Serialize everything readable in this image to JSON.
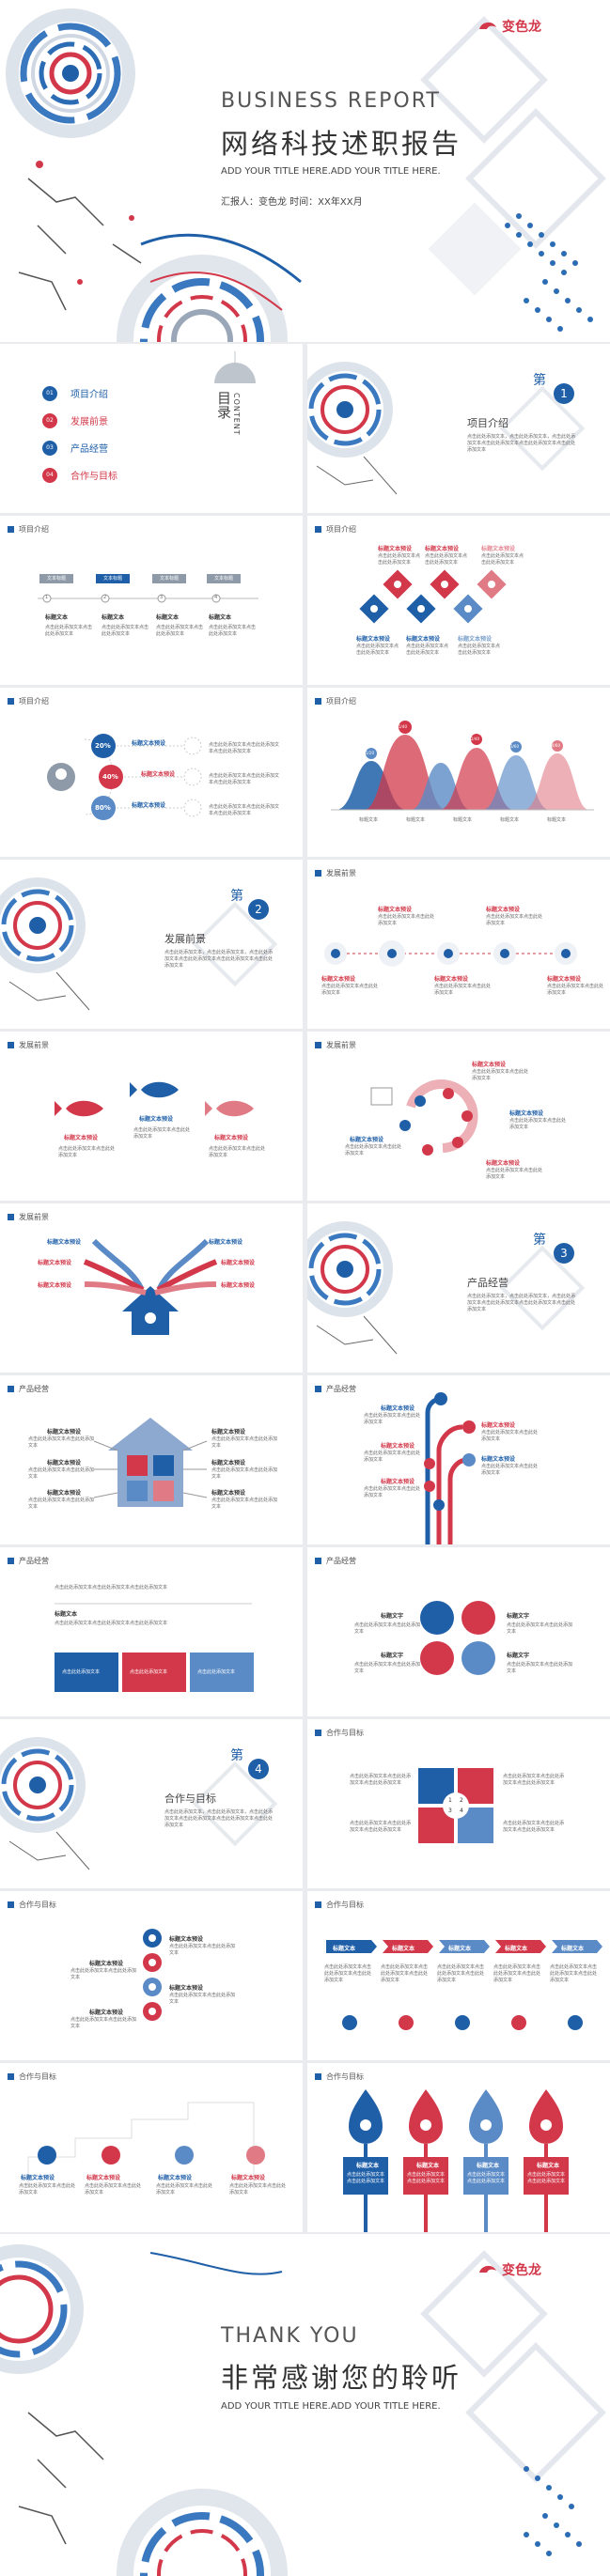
{
  "brand": {
    "logo_text": "变色龙"
  },
  "cover": {
    "title_en": "BUSINESS REPORT",
    "title_cn": "网络科技述职报告",
    "subtitle": "ADD YOUR TITLE HERE.ADD YOUR TITLE HERE.",
    "meta": "汇报人：变色龙  时间：XX年XX月"
  },
  "toc": {
    "title": "目录",
    "title_en": "CONTENT",
    "items": [
      {
        "num": "01",
        "label": "项目介绍"
      },
      {
        "num": "02",
        "label": "发展前景"
      },
      {
        "num": "03",
        "label": "产品经营"
      },
      {
        "num": "04",
        "label": "合作与目标"
      }
    ]
  },
  "sections": [
    {
      "prefix": "第",
      "num": "1",
      "title": "项目介绍",
      "body": "点击此处添加文本，点击此处添加文本，点击此处添加文本点击此处添加文本点击此处添加文本点击此处添加文本"
    },
    {
      "prefix": "第",
      "num": "2",
      "title": "发展前景",
      "body": "点击此处添加文本，点击此处添加文本，点击此处添加文本点击此处添加文本点击此处添加文本点击此处添加文本"
    },
    {
      "prefix": "第",
      "num": "3",
      "title": "产品经营",
      "body": "点击此处添加文本，点击此处添加文本，点击此处添加文本点击此处添加文本点击此处添加文本点击此处添加文本"
    },
    {
      "prefix": "第",
      "num": "4",
      "title": "合作与目标",
      "body": "点击此处添加文本，点击此处添加文本，点击此处添加文本点击此处添加文本点击此处添加文本点击此处添加文本"
    }
  ],
  "headers": {
    "s1": "项目介绍",
    "s2": "发展前景",
    "s3": "产品经营",
    "s4": "合作与目标"
  },
  "common": {
    "label": "标题文本",
    "label_preset": "标题文本预设",
    "label_short": "标题文字",
    "body": "点击此处添加文本",
    "body_long": "点击此处添加文本点击此处添加文本点击此处添加文本",
    "body_two": "点击此处添加文本点击此处添加文本"
  },
  "timeline": {
    "pills": [
      "文本标题",
      "文本标题",
      "文本标题",
      "文本标题"
    ],
    "markers": [
      "1",
      "2",
      "3",
      "4"
    ]
  },
  "percents": [
    "20%",
    "40%",
    "80%"
  ],
  "hills": {
    "tags": [
      "1/20",
      "1/40",
      "2/40",
      "3/60",
      "4/60"
    ],
    "label": "标题文本"
  },
  "circle_text": {
    "label": "标题文字"
  },
  "puzzle": {
    "nums": [
      "1",
      "2",
      "3",
      "4"
    ]
  },
  "thanks": {
    "title_en": "THANK YOU",
    "title_cn": "非常感谢您的聆听",
    "subtitle": "ADD YOUR TITLE HERE.ADD YOUR TITLE HERE."
  }
}
